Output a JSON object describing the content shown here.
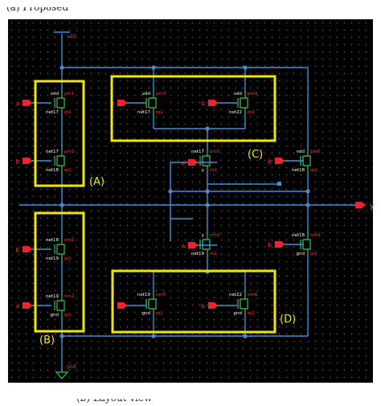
{
  "figure": {
    "top_caption": "(a) Proposed",
    "bottom_caption": "(b) Layout view"
  },
  "supplies": {
    "vdd_label": "vdd",
    "gnd_label": "gnd"
  },
  "inputs": {
    "a": "a",
    "b": "b"
  },
  "output": {
    "y": "y"
  },
  "blocks": {
    "A": "(A)",
    "B": "(B)",
    "C": "(C)",
    "D": "(D)"
  },
  "transistors": {
    "t1": {
      "top": "vdd",
      "model": "pm1",
      "name": "net17",
      "bulk": "m1"
    },
    "t2": {
      "top": "net17",
      "model": "pm2",
      "name": "net18",
      "bulk": "m1"
    },
    "t3": {
      "top": "net18",
      "model": "nm1",
      "name": "net19",
      "bulk": "m1"
    },
    "t4": {
      "top": "net19",
      "model": "nm2",
      "name": "gnd",
      "bulk": "m1"
    },
    "t5": {
      "top": "vdd",
      "model": "pm3",
      "name": "net17",
      "bulk": "m1"
    },
    "t6": {
      "top": "vdd",
      "model": "pm4",
      "name": "net22",
      "bulk": "m1"
    },
    "t7": {
      "top": "net17",
      "model": "pm5",
      "name": "y",
      "bulk": "m1"
    },
    "t8": {
      "top": "vdd",
      "model": "pm6",
      "name": "net18",
      "bulk": "m1"
    },
    "t9": {
      "top": "y",
      "model": "nm3",
      "name": "net19",
      "bulk": "m1"
    },
    "t10": {
      "top": "net18",
      "model": "nm4",
      "name": "gnd",
      "bulk": "m1"
    },
    "t11": {
      "top": "net19",
      "model": "nm5",
      "name": "gnd",
      "bulk": "m1"
    },
    "t12": {
      "top": "net22",
      "model": "nm6",
      "name": "gnd",
      "bulk": "m1"
    }
  },
  "colors": {
    "background": "#000000",
    "wire": "#3f8fd6",
    "device": "#2fa84a",
    "highlight": "#f2e600",
    "pin": "#e8262b",
    "label": "#ffffff",
    "model_label": "#ff3333",
    "block_label": "#f5e800"
  }
}
